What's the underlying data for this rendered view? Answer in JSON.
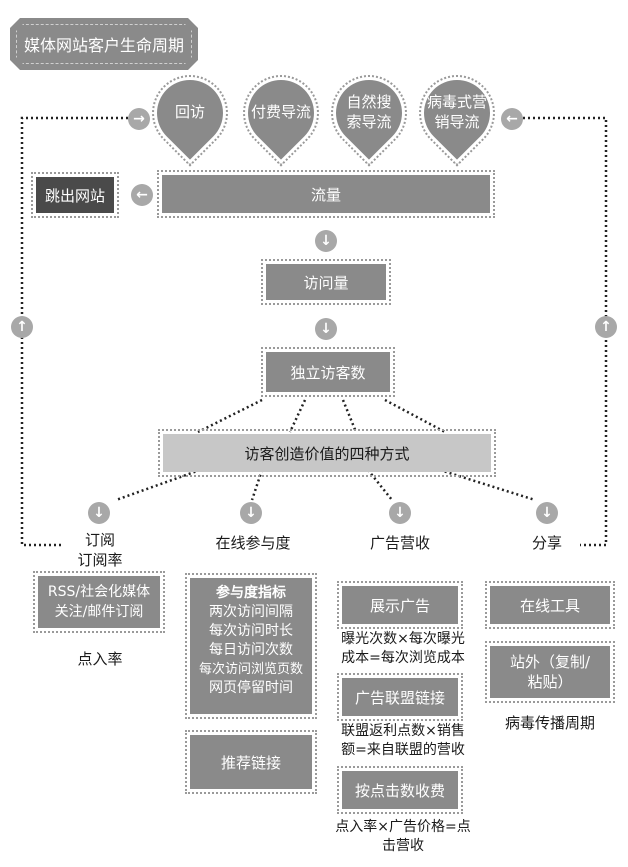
{
  "title": "媒体网站客户生命周期",
  "sources": [
    "回访",
    "付费导流",
    "自然搜\n索导流",
    "病毒式营\n销导流"
  ],
  "traffic": "流量",
  "bounce": "跳出网站",
  "visits": "访问量",
  "unique_visitors": "独立访客数",
  "four_ways": "访客创造价值的四种方式",
  "ways": {
    "subscribe": "订阅",
    "subscribe_rate": "订阅率",
    "engagement": "在线参与度",
    "ad_revenue": "广告营收",
    "share": "分享"
  },
  "subscribe_box": "RSS/社会化媒体\n关注/邮件订阅",
  "click_rate": "点入率",
  "engagement_box": {
    "heading": "参与度指标",
    "lines": [
      "两次访问间隔",
      "每次访问时长",
      "每日访问次数",
      "每次访问浏览页数",
      "网页停留时间"
    ]
  },
  "referral_links": "推荐链接",
  "ads": {
    "display": "展示广告",
    "display_formula": "曝光次数×每次曝光\n成本=每次浏览成本",
    "affiliate": "广告联盟链接",
    "affiliate_formula": "联盟返利点数×销售\n额=来自联盟的营收",
    "cpc": "按点击数收费",
    "cpc_formula": "点入率×广告价格=点\n击营收"
  },
  "share_box": {
    "online_tools": "在线工具",
    "offsite": "站外（复制/\n粘贴）",
    "viral_cycle": "病毒传播周期"
  },
  "icons": {
    "arrow_right": "→",
    "arrow_left": "←",
    "arrow_down": "↓",
    "arrow_up": "↑"
  }
}
